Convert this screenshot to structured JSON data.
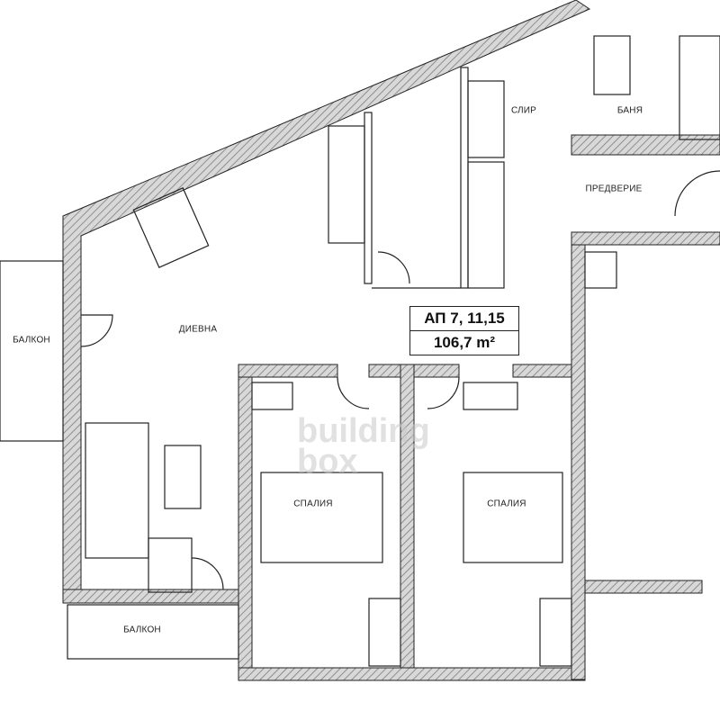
{
  "apartment": {
    "title": "АП 7, 11,15",
    "area": "106,7 m²"
  },
  "rooms": {
    "living": "ДИЕВНА",
    "balcony_left": "БАЛКОН",
    "balcony_bottom": "БАЛКОН",
    "bedroom_1": "СПАЛИЯ",
    "bedroom_2": "СПАЛИЯ",
    "wc": "СЛИР",
    "bathroom": "БАНЯ",
    "hall": "ПРЕДВЕРИЕ"
  },
  "watermark": {
    "line1": "building",
    "line2": "box"
  },
  "colors": {
    "wall": "#9a9a9a",
    "line": "#222222"
  }
}
